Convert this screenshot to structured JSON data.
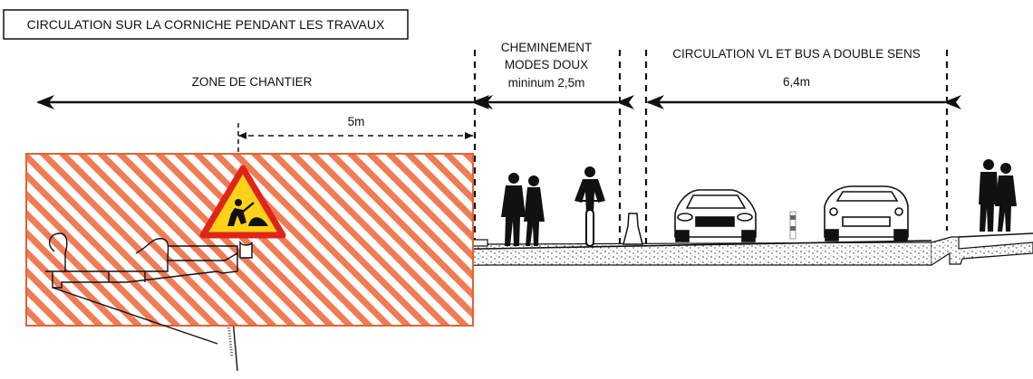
{
  "title": "CIRCULATION SUR LA CORNICHE PENDANT LES TRAVAUX",
  "zones": {
    "chantier": {
      "label": "ZONE DE CHANTIER",
      "sub_dimension": "5m"
    },
    "modes_doux": {
      "label_line1": "CHEMINEMENT",
      "label_line2": "MODES DOUX",
      "dimension": "mininum 2,5m"
    },
    "circulation": {
      "label": "CIRCULATION VL ET BUS A DOUBLE SENS",
      "dimension": "6,4m"
    }
  },
  "colors": {
    "hatch": "#f07b55",
    "hatch_border": "#e2642f",
    "sign_border": "#e02418",
    "sign_fill": "#ffd21a",
    "ink": "#111111"
  },
  "icons": [
    "roadworks-sign-icon",
    "pedestrian-icon",
    "cyclist-icon",
    "car-icon",
    "barrier-icon",
    "bollard-icon"
  ]
}
